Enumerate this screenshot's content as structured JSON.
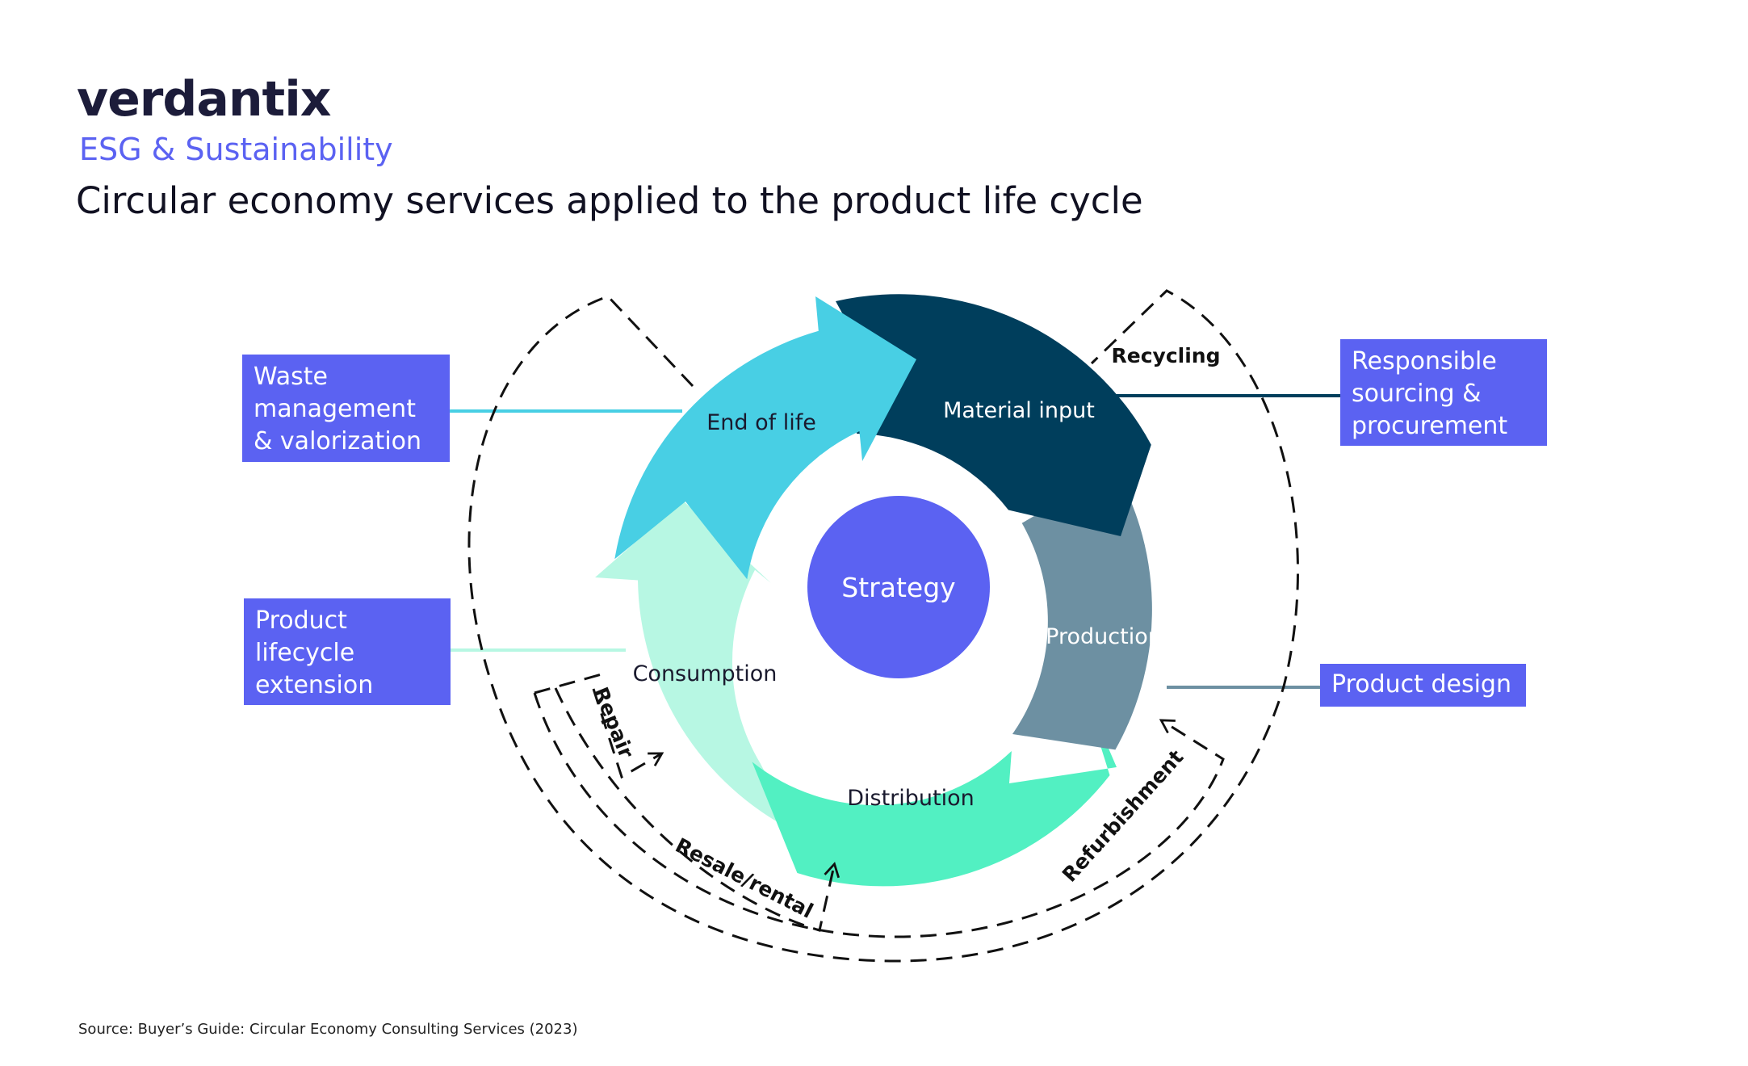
{
  "header": {
    "brand": "verdantix",
    "category": "ESG & Sustainability",
    "title": "Circular economy services applied to the product life cycle"
  },
  "diagram": {
    "center": "Strategy",
    "stages": [
      {
        "id": "material-input",
        "label": "Material input",
        "color": "#003e5c",
        "text_color": "#ffffff"
      },
      {
        "id": "production",
        "label": "Production",
        "color": "#6d90a2",
        "text_color": "#ffffff"
      },
      {
        "id": "distribution",
        "label": "Distribution",
        "color": "#52f0c2",
        "text_color": "#1a1a2e"
      },
      {
        "id": "consumption",
        "label": "Consumption",
        "color": "#b7f7e3",
        "text_color": "#1a1a2e"
      },
      {
        "id": "end-of-life",
        "label": "End of life",
        "color": "#48cfe4",
        "text_color": "#1a1a2e"
      }
    ],
    "loops": [
      "Recycling",
      "Refurbishment",
      "Resale/rental",
      "Repair"
    ],
    "services": {
      "waste": [
        "Waste",
        "management",
        "& valorization"
      ],
      "lifecycle": [
        "Product",
        "lifecycle",
        "extension"
      ],
      "sourcing": [
        "Responsible",
        "sourcing &",
        "procurement"
      ],
      "design": [
        "Product design"
      ]
    },
    "colors": {
      "accent": "#5b62f2",
      "center": "#5b62f2"
    }
  },
  "footer": {
    "source": "Source: Buyer’s Guide: Circular Economy Consulting Services (2023)"
  }
}
